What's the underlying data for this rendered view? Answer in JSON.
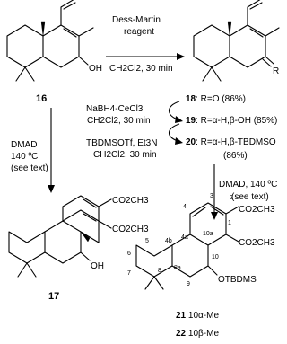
{
  "reaction_top": {
    "reagent_line1": "Dess-Martin",
    "reagent_line2": "reagent",
    "conditions": "CH2Cl2, 30 min"
  },
  "compounds": {
    "c16": "16",
    "c17": "17",
    "c21": "21",
    "c21_desc": ":10α-Me",
    "c22": "22",
    "c22_desc": ":10β-Me"
  },
  "labels": {
    "oh": "OH",
    "r": "R",
    "otbdms": "OTBDMS",
    "co2ch3": "CO2CH3"
  },
  "middle_conditions": {
    "nabh4": "NaBH4-CeCl3",
    "nabh4_cond": "CH2Cl2, 30 min",
    "tbdms": "TBDMSOTf, Et3N",
    "tbdms_cond": "CH2Cl2, 30 min"
  },
  "results": {
    "r18_num": "18",
    "r18_text": ": R=O (86%)",
    "r19_num": "19",
    "r19_text": ": R=α-H,β-OH (85%)",
    "r20_num": "20",
    "r20_text": ": R=α-H,β-TBDMSO",
    "r20_yield": "(86%)"
  },
  "dmad_left": {
    "l1": "DMAD",
    "l2": "140 ºC",
    "l3": "(see text)"
  },
  "dmad_right": {
    "l1": "DMAD, 140 ºC",
    "l2": "(see text)"
  },
  "numbering": [
    "1",
    "2",
    "3",
    "4",
    "4a",
    "4b",
    "5",
    "6",
    "7",
    "8",
    "8a",
    "9",
    "10",
    "10a"
  ]
}
